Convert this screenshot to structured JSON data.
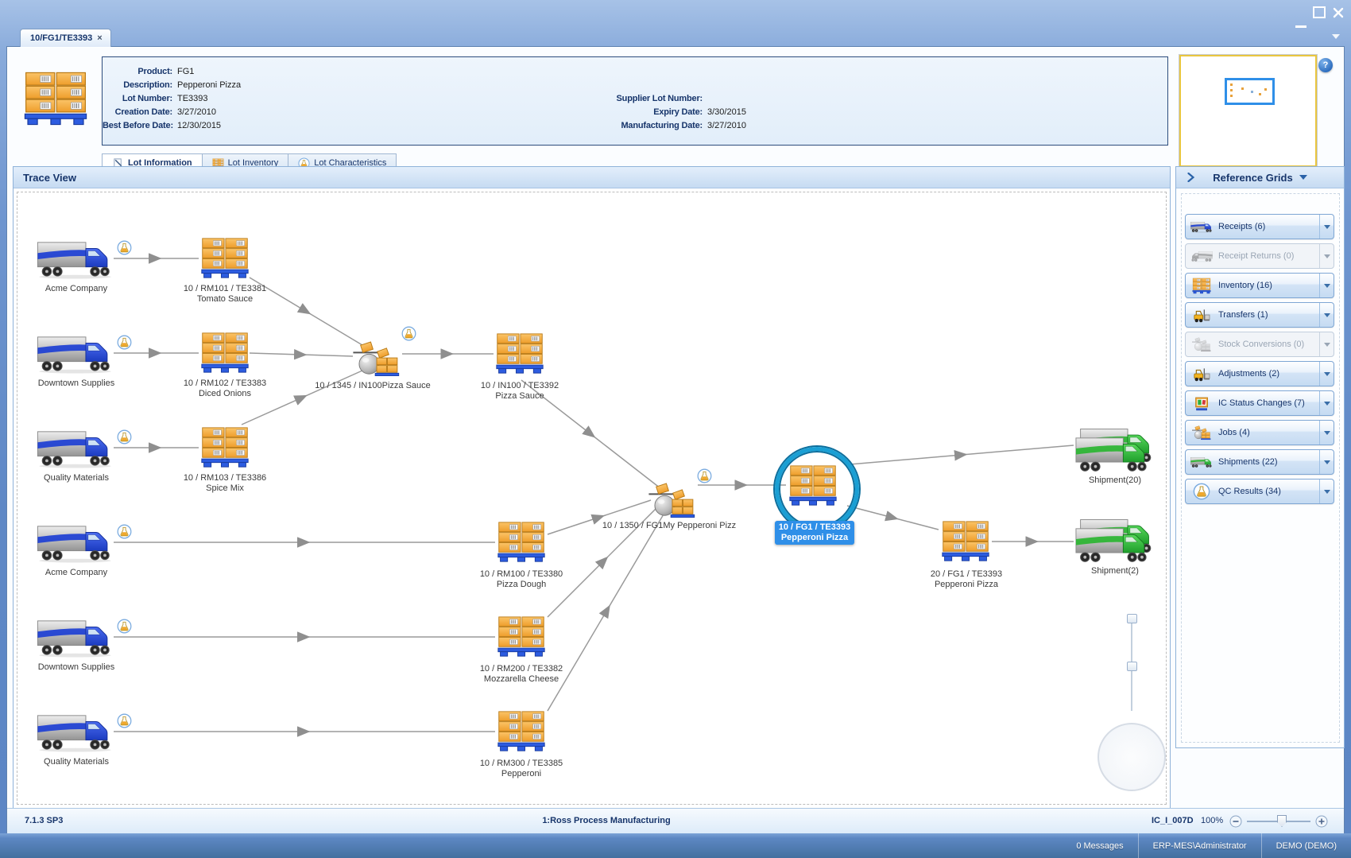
{
  "window": {
    "doc_tab": "10/FG1/TE3393",
    "doc_tab_close": "×"
  },
  "header": {
    "help_glyph": "?",
    "fields_left": [
      {
        "label": "Product:",
        "value": "FG1"
      },
      {
        "label": "Description:",
        "value": "Pepperoni Pizza"
      },
      {
        "label": "Lot Number:",
        "value": "TE3393"
      },
      {
        "label": "Creation Date:",
        "value": "3/27/2010"
      },
      {
        "label": "Best Before Date:",
        "value": "12/30/2015"
      }
    ],
    "fields_right": [
      {
        "label": "Supplier Lot Number:",
        "value": ""
      },
      {
        "label": "Expiry Date:",
        "value": "3/30/2015"
      },
      {
        "label": "Manufacturing Date:",
        "value": "3/27/2010"
      }
    ],
    "tabs": [
      {
        "label": "Lot Information"
      },
      {
        "label": "Lot Inventory"
      },
      {
        "label": "Lot Characteristics"
      }
    ]
  },
  "trace": {
    "title": "Trace View",
    "suppliers": [
      "Acme Company",
      "Downtown Supplies",
      "Quality Materials",
      "Acme Company",
      "Downtown Supplies",
      "Quality Materials"
    ],
    "nodes": {
      "rm101": {
        "id": "10 / RM101 / TE3381",
        "name": "Tomato Sauce"
      },
      "rm102": {
        "id": "10 / RM102 / TE3383",
        "name": "Diced Onions"
      },
      "rm103": {
        "id": "10 / RM103 / TE3386",
        "name": "Spice Mix"
      },
      "job_sauce": {
        "id": "10 / 1345 / IN100Pizza Sauce"
      },
      "in100": {
        "id": "10 / IN100 / TE3392",
        "name": "Pizza Sauce"
      },
      "rm100": {
        "id": "10 / RM100 / TE3380",
        "name": "Pizza Dough"
      },
      "rm200": {
        "id": "10 / RM200 / TE3382",
        "name": "Mozzarella Cheese"
      },
      "rm300": {
        "id": "10 / RM300 / TE3385",
        "name": "Pepperoni"
      },
      "job_pizza": {
        "id": "10 / 1350 / FG1My Pepperoni Pizz"
      },
      "selected": {
        "id": "10 / FG1 / TE3393",
        "name": "Pepperoni Pizza"
      },
      "fg_20": {
        "id": "20 / FG1 / TE3393",
        "name": "Pepperoni Pizza"
      },
      "shipment_20": {
        "id": "Shipment(20)"
      },
      "shipment_2": {
        "id": "Shipment(2)"
      }
    }
  },
  "reference_grids": {
    "title": "Reference Grids",
    "items": [
      {
        "label": "Receipts (6)",
        "enabled": true
      },
      {
        "label": "Receipt Returns (0)",
        "enabled": false
      },
      {
        "label": "Inventory (16)",
        "enabled": true
      },
      {
        "label": "Transfers (1)",
        "enabled": true
      },
      {
        "label": "Stock Conversions (0)",
        "enabled": false
      },
      {
        "label": "Adjustments (2)",
        "enabled": true
      },
      {
        "label": "IC Status Changes (7)",
        "enabled": true
      },
      {
        "label": "Jobs (4)",
        "enabled": true
      },
      {
        "label": "Shipments (22)",
        "enabled": true
      },
      {
        "label": "QC Results (34)",
        "enabled": true
      }
    ]
  },
  "status_bar": {
    "version": "7.1.3 SP3",
    "application": "1:Ross Process Manufacturing",
    "screen_id": "IC_I_007D",
    "zoom_level": "100%"
  },
  "footer": {
    "messages": "0 Messages",
    "user": "ERP-MES\\Administrator",
    "environment": "DEMO (DEMO)"
  },
  "colors": {
    "accent_blue": "#2f8fe8",
    "selection_ring": "#1a9fd4",
    "navy_text": "#17356b"
  }
}
